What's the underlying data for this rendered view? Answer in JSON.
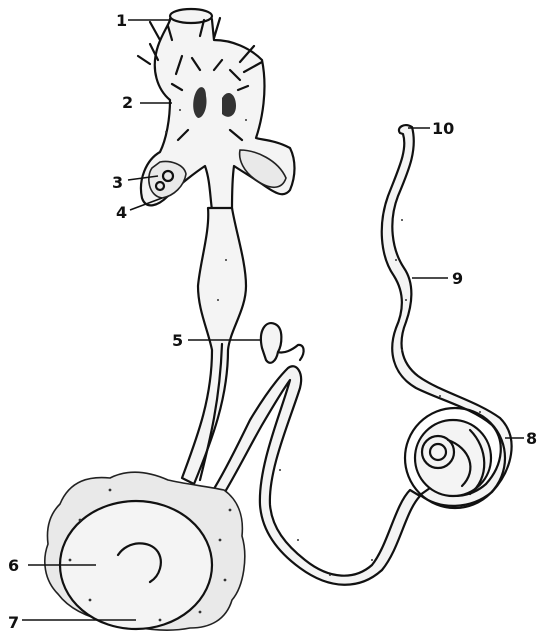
{
  "labels": [
    {
      "id": "1",
      "text": "1"
    },
    {
      "id": "2",
      "text": "2"
    },
    {
      "id": "3",
      "text": "3"
    },
    {
      "id": "4",
      "text": "4"
    },
    {
      "id": "5",
      "text": "5"
    },
    {
      "id": "6",
      "text": "6"
    },
    {
      "id": "7",
      "text": "7"
    },
    {
      "id": "8",
      "text": "8"
    },
    {
      "id": "9",
      "text": "9"
    },
    {
      "id": "10",
      "text": "10"
    }
  ],
  "colors": {
    "ink": "#111111",
    "background": "#ffffff",
    "stipple": "#333333"
  }
}
